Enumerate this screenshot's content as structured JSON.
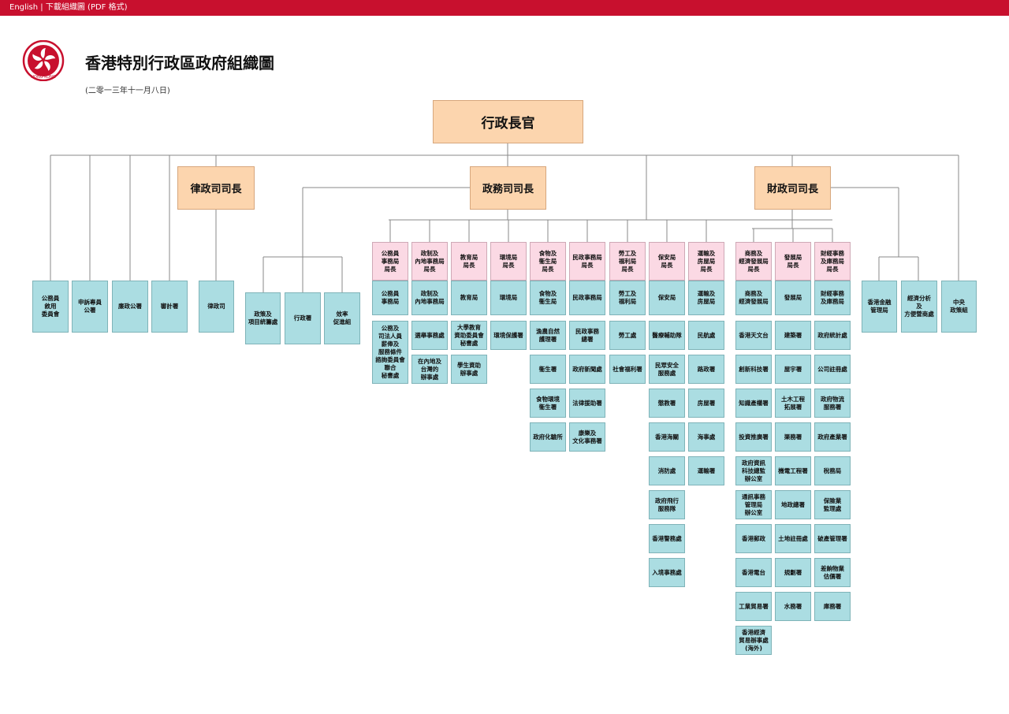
{
  "topbar": {
    "english_link": "English",
    "separator": "|",
    "download_link": "下載組織圖 (PDF 格式)"
  },
  "header": {
    "title": "香港特別行政區政府組織圖",
    "date": "(二零一三年十一月八日)",
    "emblem_text": "HONG KONG"
  },
  "colors": {
    "topbar": "#c8102e",
    "secretary": "#fcd5ae",
    "head": "#fbd9e4",
    "dept": "#abdde2"
  },
  "chief_executive": "行政長官",
  "secretaries": {
    "sj": "律政司司長",
    "cs": "政務司司長",
    "fs": "財政司司長"
  },
  "direct": {
    "civil_service_commission": "公務員\n敘用\n委員會",
    "ombudsman": "申訴專員\n公署",
    "icac": "廉政公署",
    "audit": "審計署",
    "doj": "律政司",
    "pico": "政策及\n項目統籌處",
    "admin_wing": "行政署",
    "efficiency_unit": "效率\n促進組",
    "hkma": "香港金融\n管理局",
    "economic_analysis": "經濟分析\n及\n方便營商處",
    "cpu": "中央\n政策組"
  },
  "cs_bureaux": [
    {
      "head": "公務員\n事務局\n局長",
      "bureau": "公務員\n事務局",
      "depts": [
        "公務及\n司法人員\n薪俸及\n服務條件\n諮詢委員會\n聯合\n秘書處"
      ]
    },
    {
      "head": "政制及\n內地事務局\n局長",
      "bureau": "政制及\n內地事務局",
      "depts": [
        "選舉事務處",
        "在內地及\n台灣的\n辦事處"
      ]
    },
    {
      "head": "教育局\n局長",
      "bureau": "教育局",
      "depts": [
        "大學教育\n資助委員會\n秘書處",
        "學生資助\n辦事處"
      ]
    },
    {
      "head": "環境局\n局長",
      "bureau": "環境局",
      "depts": [
        "環境保護署"
      ]
    },
    {
      "head": "食物及\n衞生局\n局長",
      "bureau": "食物及\n衞生局",
      "depts": [
        "漁農自然\n護理署",
        "衞生署",
        "食物環境\n衞生署",
        "政府化驗所"
      ]
    },
    {
      "head": "民政事務局\n局長",
      "bureau": "民政事務局",
      "depts": [
        "民政事務\n總署",
        "政府新聞處",
        "法律援助署",
        "康樂及\n文化事務署"
      ]
    },
    {
      "head": "勞工及\n福利局\n局長",
      "bureau": "勞工及\n福利局",
      "depts": [
        "勞工處",
        "社會福利署"
      ]
    },
    {
      "head": "保安局\n局長",
      "bureau": "保安局",
      "depts": [
        "醫療輔助隊",
        "民眾安全\n服務處",
        "懲教署",
        "香港海關",
        "消防處",
        "政府飛行\n服務隊",
        "香港警務處",
        "入境事務處"
      ]
    },
    {
      "head": "運輸及\n房屋局\n局長",
      "bureau": "運輸及\n房屋局",
      "depts": [
        "民航處",
        "路政署",
        "房屋署",
        "海事處",
        "運輸署"
      ]
    }
  ],
  "fs_bureaux": [
    {
      "head": "商務及\n經濟發展局\n局長",
      "bureau": "商務及\n經濟發展局",
      "depts": [
        "香港天文台",
        "創新科技署",
        "知識產權署",
        "投資推廣署",
        "政府資訊\n科技總監\n辦公室",
        "通訊事務\n管理局\n辦公室",
        "香港郵政",
        "香港電台",
        "工業貿易署",
        "香港經濟\n貿易辦事處\n(海外)"
      ]
    },
    {
      "head": "發展局\n局長",
      "bureau": "發展局",
      "depts": [
        "建築署",
        "屋宇署",
        "土木工程\n拓展署",
        "渠務署",
        "機電工程署",
        "地政總署",
        "土地註冊處",
        "規劃署",
        "水務署"
      ]
    },
    {
      "head": "財經事務\n及庫務局\n局長",
      "bureau": "財經事務\n及庫務局",
      "depts": [
        "政府統計處",
        "公司註冊處",
        "政府物流\n服務署",
        "政府產業署",
        "稅務局",
        "保險業\n監理處",
        "破產管理署",
        "差餉物業\n估價署",
        "庫務署"
      ]
    }
  ]
}
